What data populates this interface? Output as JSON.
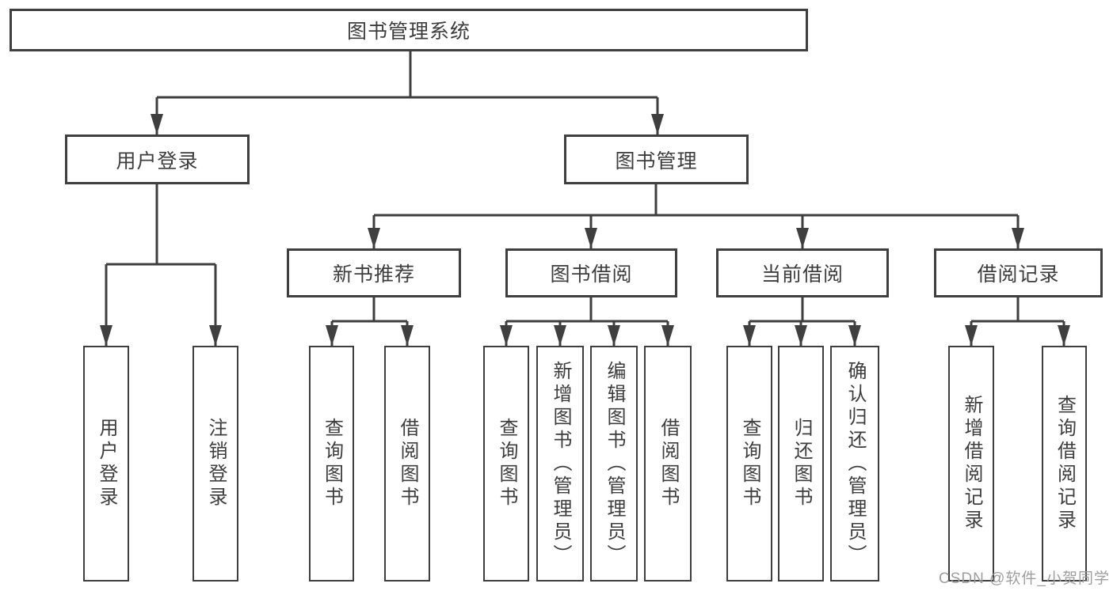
{
  "diagram_title": "图书管理系统",
  "colors": {
    "line": "#3f3f3f",
    "box_border": "#3f3f3f",
    "text": "#3d3d3d",
    "background": "#ffffff",
    "watermark": "#9e9e9e"
  },
  "nodes": {
    "root": {
      "label": "图书管理系统"
    },
    "user_login": {
      "label": "用户登录"
    },
    "book_management": {
      "label": "图书管理"
    },
    "new_book_recommend": {
      "label": "新书推荐"
    },
    "book_borrow": {
      "label": "图书借阅"
    },
    "current_borrow": {
      "label": "当前借阅"
    },
    "borrow_records": {
      "label": "借阅记录"
    },
    "leaf_user_login": {
      "label": "用户登录"
    },
    "leaf_logout": {
      "label": "注销登录"
    },
    "leaf_recommend_query_books": {
      "label": "查询图书"
    },
    "leaf_recommend_borrow_books": {
      "label": "借阅图书"
    },
    "leaf_borrow_query_books": {
      "label": "查询图书"
    },
    "leaf_borrow_add_books": {
      "label": "新增图书（管理员）"
    },
    "leaf_borrow_edit_books": {
      "label": "编辑图书（管理员）"
    },
    "leaf_borrow_borrow_books": {
      "label": "借阅图书"
    },
    "leaf_current_query_books": {
      "label": "查询图书"
    },
    "leaf_current_return_books": {
      "label": "归还图书"
    },
    "leaf_current_confirm_return": {
      "label": "确认归还（管理员）"
    },
    "leaf_records_add_record": {
      "label": "新增借阅记录"
    },
    "leaf_records_query_record": {
      "label": "查询借阅记录"
    }
  },
  "hierarchy": {
    "root": "图书管理系统",
    "children": [
      {
        "label": "用户登录",
        "children": [
          "用户登录",
          "注销登录"
        ]
      },
      {
        "label": "图书管理",
        "children": [
          {
            "label": "新书推荐",
            "children": [
              "查询图书",
              "借阅图书"
            ]
          },
          {
            "label": "图书借阅",
            "children": [
              "查询图书",
              "新增图书（管理员）",
              "编辑图书（管理员）",
              "借阅图书"
            ]
          },
          {
            "label": "当前借阅",
            "children": [
              "查询图书",
              "归还图书",
              "确认归还（管理员）"
            ]
          },
          {
            "label": "借阅记录",
            "children": [
              "新增借阅记录",
              "查询借阅记录"
            ]
          }
        ]
      }
    ]
  },
  "watermark": {
    "text": "CSDN @软件_小贺同学"
  }
}
